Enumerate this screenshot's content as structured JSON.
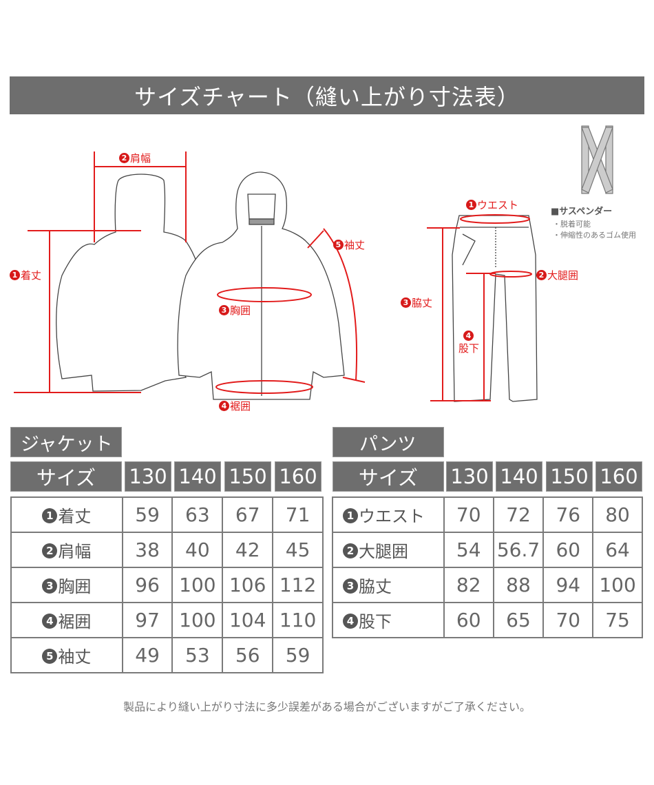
{
  "title": "サイズチャート（縫い上がり寸法表）",
  "diagram": {
    "jacket_labels": [
      {
        "num": "1",
        "label": "着丈"
      },
      {
        "num": "2",
        "label": "肩幅"
      },
      {
        "num": "3",
        "label": "胸囲"
      },
      {
        "num": "4",
        "label": "裾囲"
      },
      {
        "num": "5",
        "label": "袖丈"
      }
    ],
    "pants_labels": [
      {
        "num": "1",
        "label": "ウエスト"
      },
      {
        "num": "2",
        "label": "大腿囲"
      },
      {
        "num": "3",
        "label": "脇丈"
      },
      {
        "num": "4",
        "label": "股下"
      }
    ],
    "suspender": {
      "title": "■サスペンダー",
      "notes": [
        "・脱着可能",
        "・伸縮性のあるゴム使用"
      ]
    },
    "colors": {
      "measure_red": "#e21b1b",
      "outline": "#444444",
      "header_gray": "#6e6e6e"
    }
  },
  "jacket": {
    "section_label": "ジャケット",
    "size_label": "サイズ",
    "sizes": [
      "130",
      "140",
      "150",
      "160"
    ],
    "rows": [
      {
        "num": "1",
        "label": "着丈",
        "values": [
          "59",
          "63",
          "67",
          "71"
        ]
      },
      {
        "num": "2",
        "label": "肩幅",
        "values": [
          "38",
          "40",
          "42",
          "45"
        ]
      },
      {
        "num": "3",
        "label": "胸囲",
        "values": [
          "96",
          "100",
          "106",
          "112"
        ]
      },
      {
        "num": "4",
        "label": "裾囲",
        "values": [
          "97",
          "100",
          "104",
          "110"
        ]
      },
      {
        "num": "5",
        "label": "袖丈",
        "values": [
          "49",
          "53",
          "56",
          "59"
        ]
      }
    ]
  },
  "pants": {
    "section_label": "パンツ",
    "size_label": "サイズ",
    "sizes": [
      "130",
      "140",
      "150",
      "160"
    ],
    "rows": [
      {
        "num": "1",
        "label": "ウエスト",
        "values": [
          "70",
          "72",
          "76",
          "80"
        ]
      },
      {
        "num": "2",
        "label": "大腿囲",
        "values": [
          "54",
          "56.7",
          "60",
          "64"
        ]
      },
      {
        "num": "3",
        "label": "脇丈",
        "values": [
          "82",
          "88",
          "94",
          "100"
        ]
      },
      {
        "num": "4",
        "label": "股下",
        "values": [
          "60",
          "65",
          "70",
          "75"
        ]
      }
    ]
  },
  "footnote": "製品により縫い上がり寸法に多少誤差がある場合がございますがご了承ください。"
}
